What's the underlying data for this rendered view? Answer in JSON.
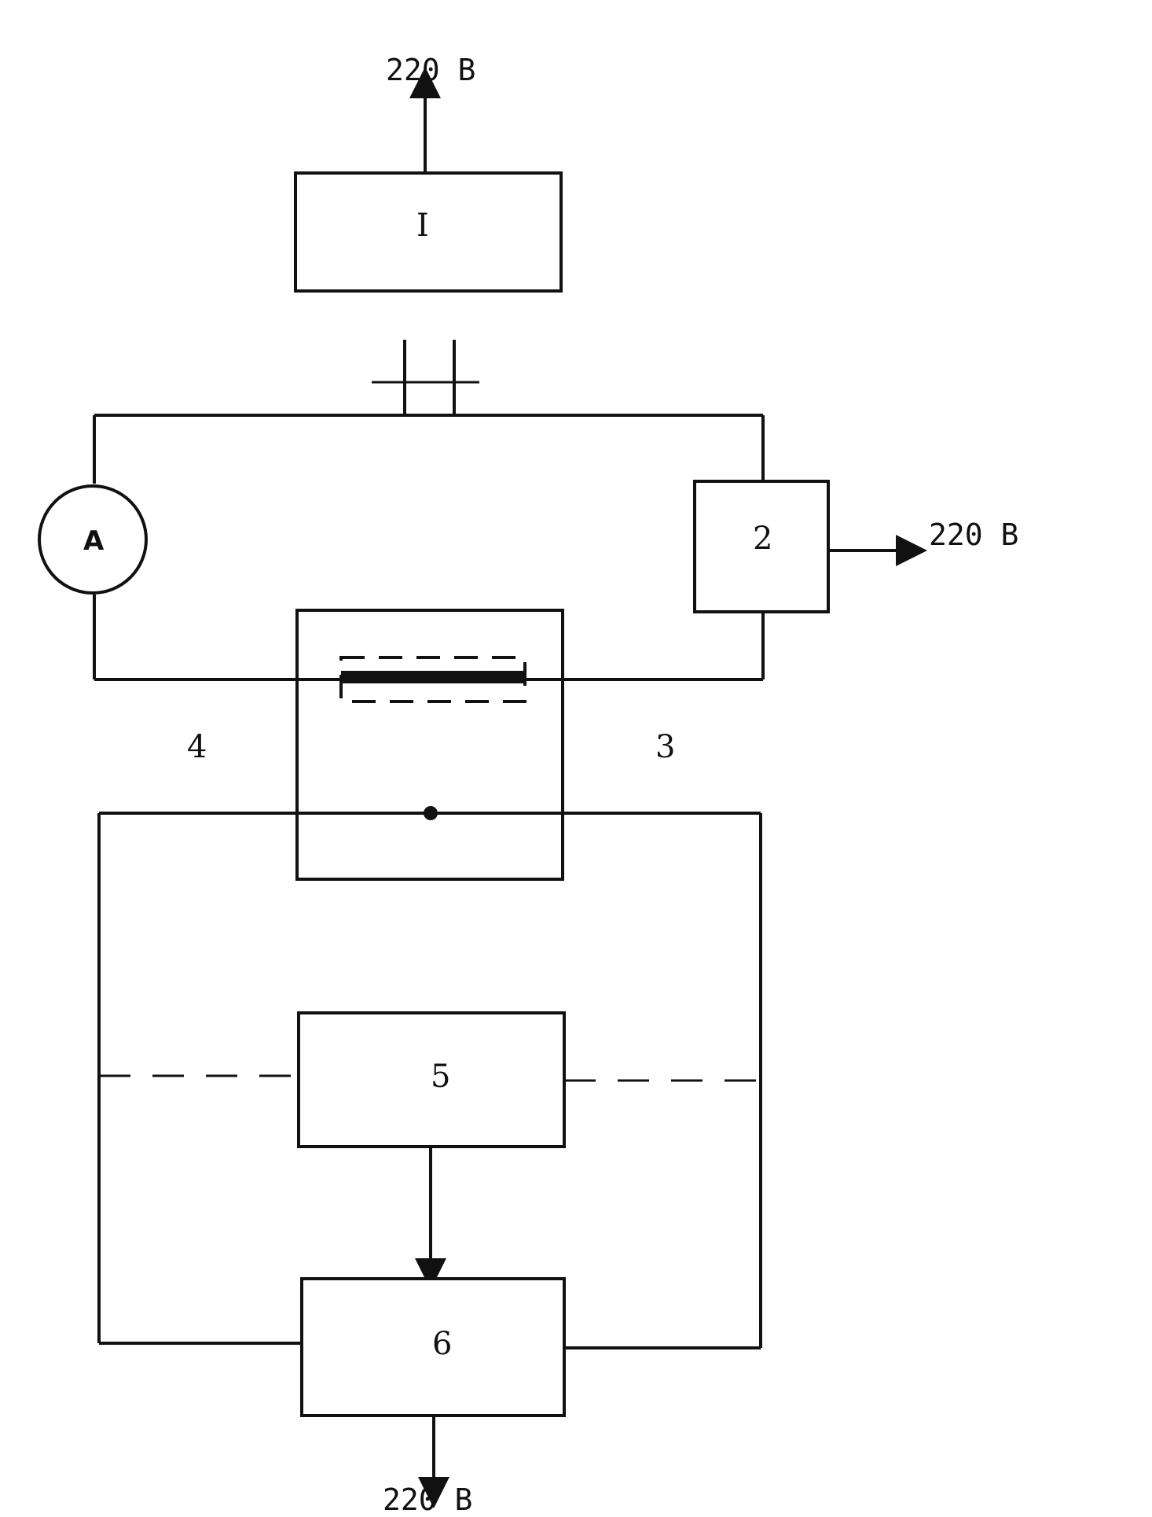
{
  "labels": {
    "supply_top": "220 B",
    "supply_right": "220 B",
    "supply_bottom": "220 B",
    "block_1": "I",
    "block_2": "2",
    "meter_a": "A",
    "label_3": "3",
    "label_4": "4",
    "block_5": "5",
    "block_6": "6"
  },
  "colors": {
    "ink": "#111111",
    "paper": "#ffffff"
  }
}
